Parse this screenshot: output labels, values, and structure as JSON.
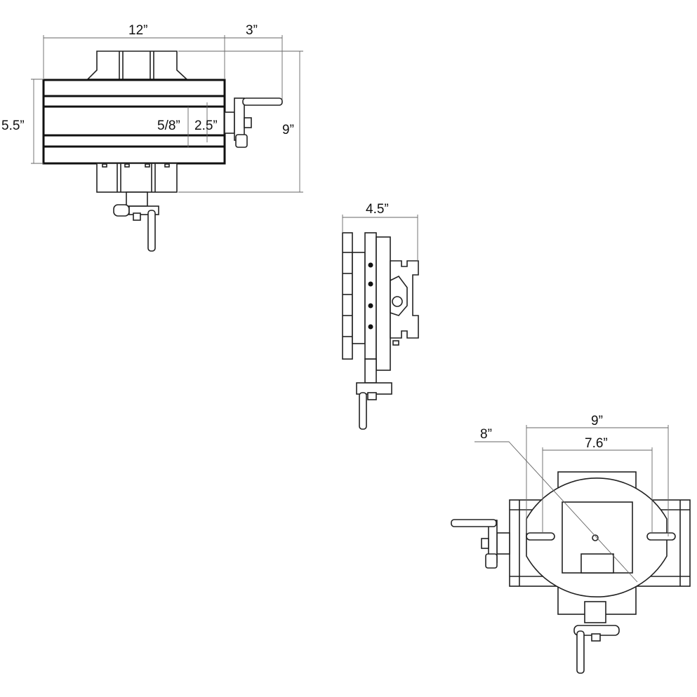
{
  "colors": {
    "line": "#111111",
    "dimension_line": "#666666",
    "background": "#ffffff"
  },
  "top_view": {
    "width_label": "12”",
    "handle_offset_label": "3”",
    "table_depth_label": "5.5”",
    "overall_depth_label": "9”",
    "slot_width_label": "5/8”",
    "slot_spacing_label": "2.5”"
  },
  "side_view": {
    "height_label": "4.5”"
  },
  "rotary_view": {
    "diameter_label": "8”",
    "overall_width_label": "9”",
    "slot_span_label": "7.6”"
  }
}
